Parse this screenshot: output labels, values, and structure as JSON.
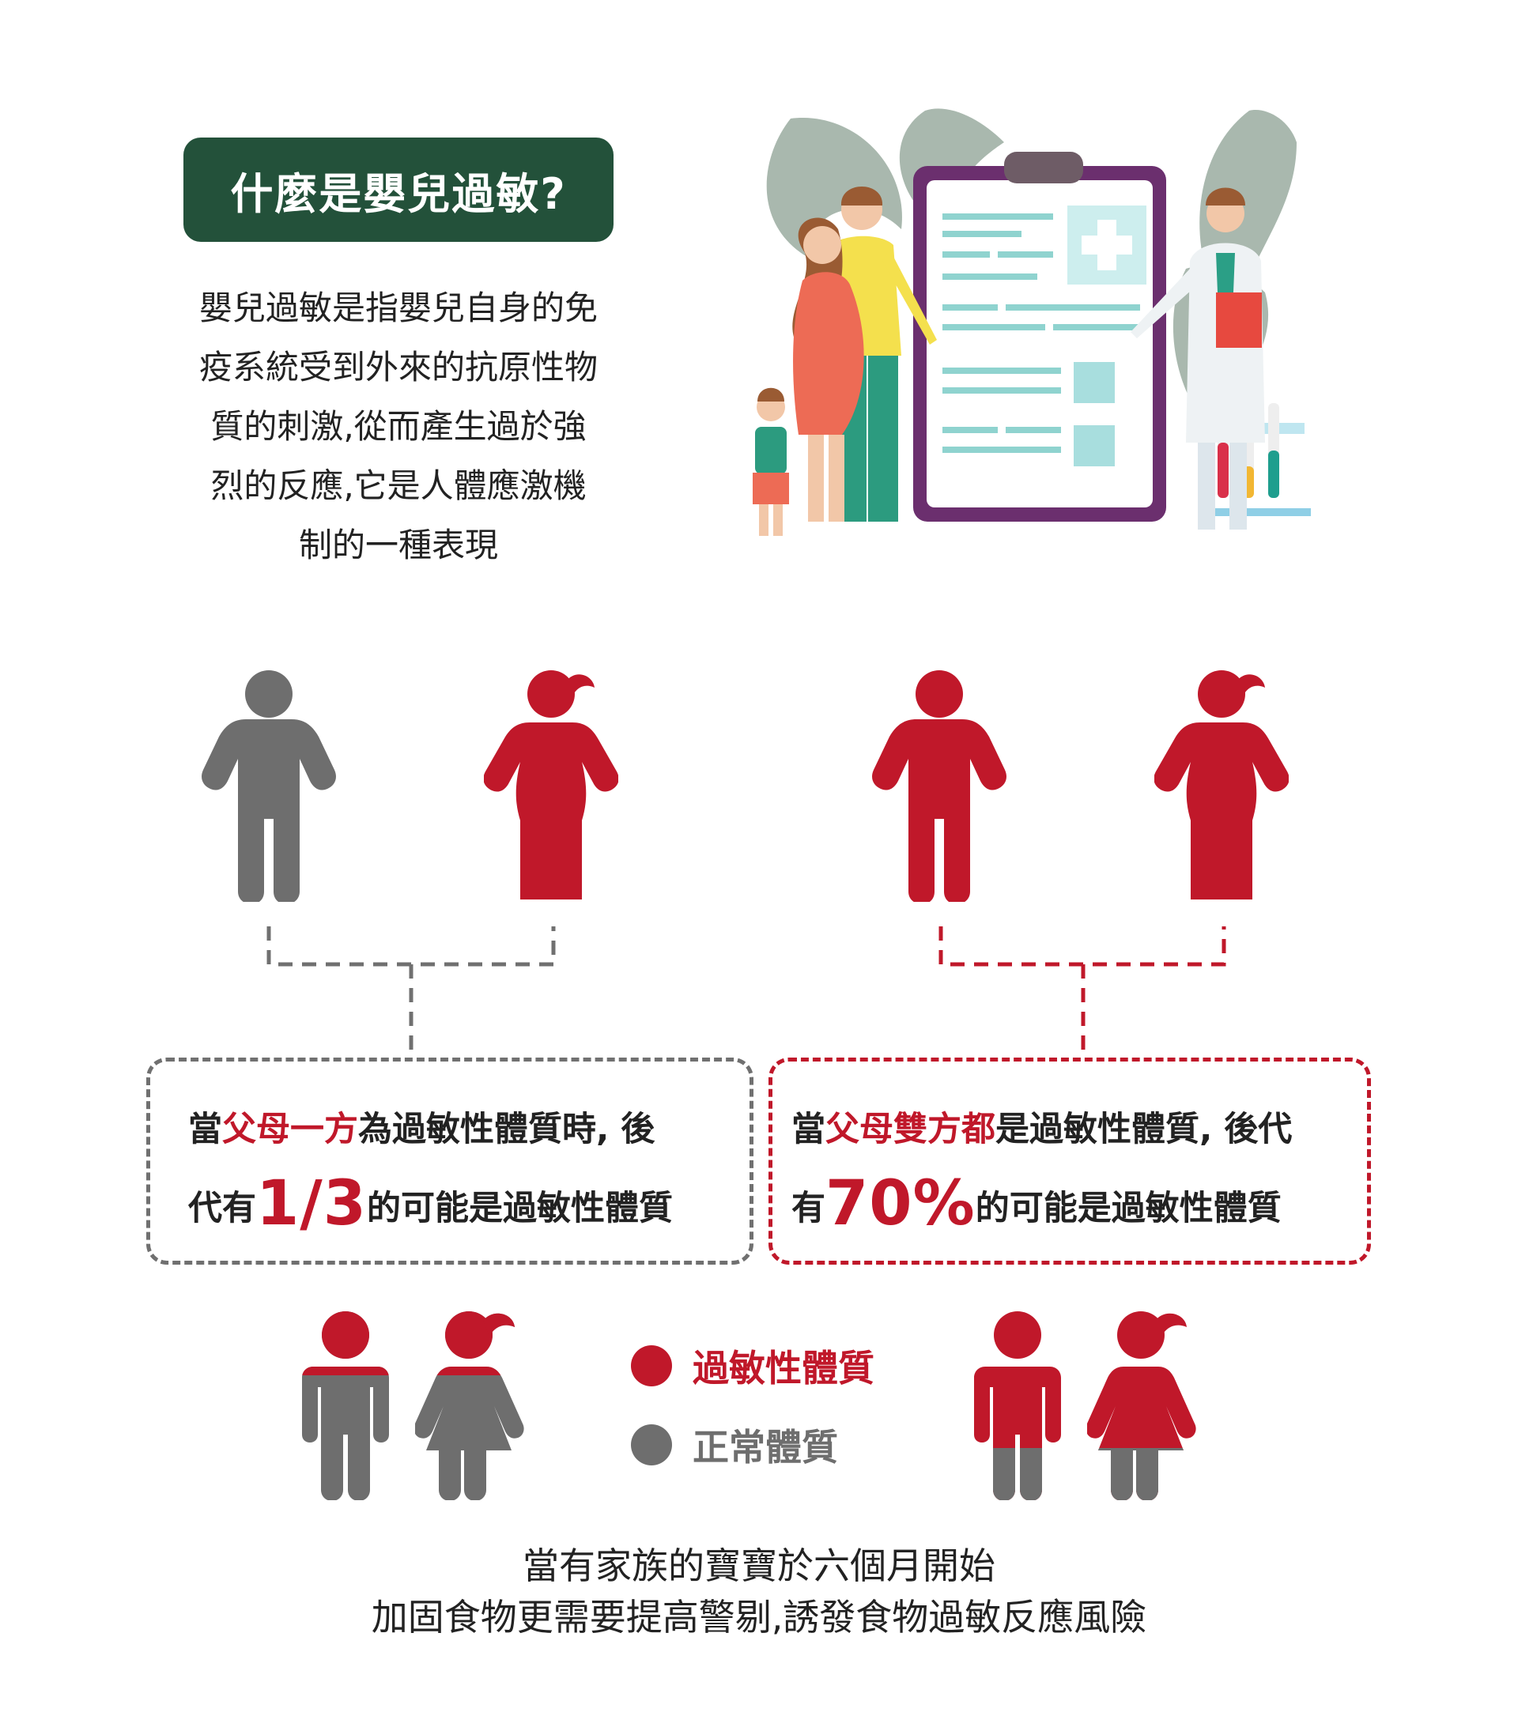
{
  "title": "什麼是嬰兒過敏?",
  "intro_lines": [
    "嬰兒過敏是指嬰兒自身的免",
    "疫系統受到外來的抗原性物",
    "質的刺激,從而產生過於強",
    "烈的反應,它是人體應激機",
    "制的一種表現"
  ],
  "box_one_parent": {
    "prefix": "當",
    "highlight": "父母一方",
    "line1_rest": "為過敏性體質時, 後",
    "line2_prefix": "代有",
    "big": "1/3",
    "line2_rest": "的可能是過敏性體質"
  },
  "box_both_parents": {
    "prefix": "當",
    "highlight": "父母雙方都",
    "line1_rest": "是過敏性體質, 後代",
    "line2_prefix": "有",
    "big": "70%",
    "line2_rest": "的可能是過敏性體質"
  },
  "legend": {
    "allergic": {
      "label": "過敏性體質",
      "color": "#c0182a"
    },
    "normal": {
      "label": "正常體質",
      "color": "#6e6e6e"
    }
  },
  "footer_lines": [
    "當有家族的寶寶於六個月開始",
    "加固食物更需要提高警剔,誘發食物過敏反應風險"
  ],
  "colors": {
    "accent_red": "#c0182a",
    "grey": "#6e6e6e",
    "title_green": "#23513a"
  }
}
